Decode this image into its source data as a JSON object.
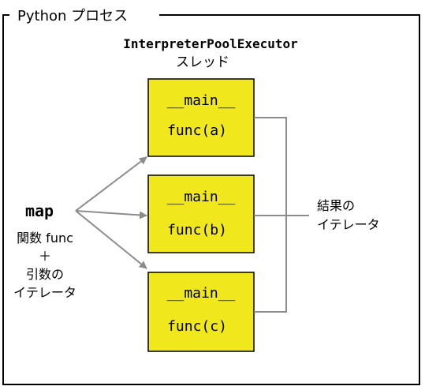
{
  "process": {
    "label": "Python プロセス"
  },
  "executor": {
    "name": "InterpreterPoolExecutor",
    "sublabel": "スレッド"
  },
  "input": {
    "name": "map",
    "lines": [
      "関数 func",
      "＋",
      "引数の",
      "イテレータ"
    ]
  },
  "workers": [
    {
      "module": "__main__",
      "call": "func(a)"
    },
    {
      "module": "__main__",
      "call": "func(b)"
    },
    {
      "module": "__main__",
      "call": "func(c)"
    }
  ],
  "result": {
    "lines": [
      "結果の",
      "イテレータ"
    ]
  },
  "colors": {
    "worker_fill": "#f0e81c",
    "line": "#000000",
    "arrow": "#8c8c8c"
  }
}
